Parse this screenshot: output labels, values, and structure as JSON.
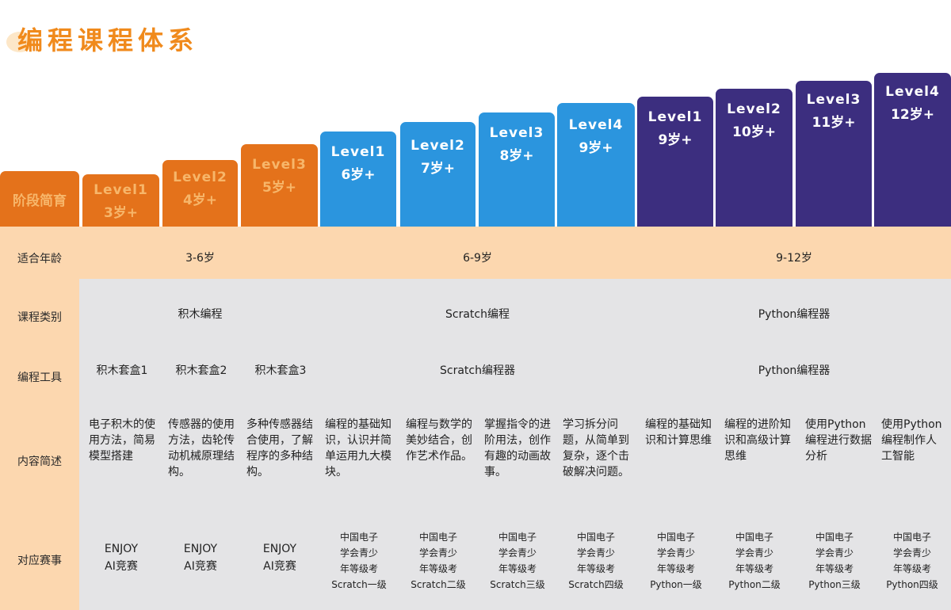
{
  "title": "编程课程体系",
  "header_label": "阶段简育",
  "stairs": [
    {
      "level": "Level1",
      "age": "3岁+",
      "group": "orange"
    },
    {
      "level": "Level2",
      "age": "4岁+",
      "group": "orange"
    },
    {
      "level": "Level3",
      "age": "5岁+",
      "group": "orange"
    },
    {
      "level": "Level1",
      "age": "6岁+",
      "group": "blue"
    },
    {
      "level": "Level2",
      "age": "7岁+",
      "group": "blue"
    },
    {
      "level": "Level3",
      "age": "8岁+",
      "group": "blue"
    },
    {
      "level": "Level4",
      "age": "9岁+",
      "group": "blue"
    },
    {
      "level": "Level1",
      "age": "9岁+",
      "group": "purple"
    },
    {
      "level": "Level2",
      "age": "10岁+",
      "group": "purple"
    },
    {
      "level": "Level3",
      "age": "11岁+",
      "group": "purple"
    },
    {
      "level": "Level4",
      "age": "12岁+",
      "group": "purple"
    }
  ],
  "row_labels": {
    "age": "适合年龄",
    "category": "课程类别",
    "tool": "编程工具",
    "content": "内容简述",
    "competition": "对应赛事"
  },
  "ages": [
    "3-6岁",
    "6-9岁",
    "9-12岁"
  ],
  "categories": [
    "积木编程",
    "Scratch编程",
    "Python编程器"
  ],
  "tools": [
    "积木套盒1",
    "积木套盒2",
    "积木套盒3",
    "Scratch编程器",
    "Python编程器"
  ],
  "descriptions": [
    "电子积木的使用方法，简易模型搭建",
    "传感器的使用方法，齿轮传动机械原理结构。",
    "多种传感器结合使用，了解程序的多种结构。",
    "编程的基础知识，认识并简单运用九大模块。",
    "编程与数学的美妙结合，创作艺术作品。",
    "掌握指令的进阶用法，创作有趣的动画故事。",
    "学习拆分问题，从简单到复杂，逐个击破解决问题。",
    "编程的基础知识和计算思维",
    "编程的进阶知识和高级计算思维",
    "使用Python编程进行数据分析",
    "使用Python编程制作人工智能"
  ],
  "competitions": [
    [
      "ENJOY",
      "AI竞赛"
    ],
    [
      "ENJOY",
      "AI竞赛"
    ],
    [
      "ENJOY",
      "AI竞赛"
    ],
    [
      "中国电子",
      "学会青少",
      "年等级考",
      "Scratch一级"
    ],
    [
      "中国电子",
      "学会青少",
      "年等级考",
      "Scratch二级"
    ],
    [
      "中国电子",
      "学会青少",
      "年等级考",
      "Scratch三级"
    ],
    [
      "中国电子",
      "学会青少",
      "年等级考",
      "Scratch四级"
    ],
    [
      "中国电子",
      "学会青少",
      "年等级考",
      "Python一级"
    ],
    [
      "中国电子",
      "学会青少",
      "年等级考",
      "Python二级"
    ],
    [
      "中国电子",
      "学会青少",
      "年等级考",
      "Python三级"
    ],
    [
      "中国电子",
      "学会青少",
      "年等级考",
      "Python四级"
    ]
  ],
  "colors": {
    "orange": "#e4721b",
    "blue": "#2b95de",
    "purple": "#3c2e7f",
    "peach": "#fcd7af",
    "gray": "#e4e4e6",
    "title": "#f08a1c"
  }
}
